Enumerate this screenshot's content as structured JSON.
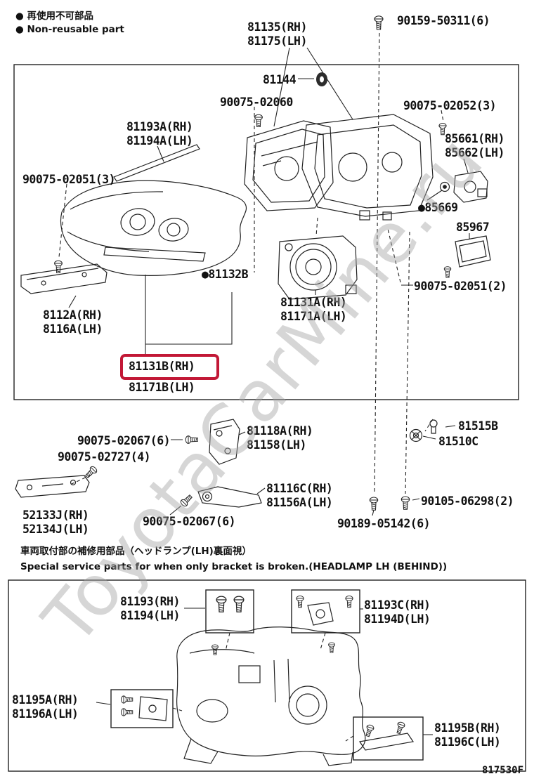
{
  "legend": {
    "jp": "● 再使用不可部品",
    "en": "● Non-reusable part"
  },
  "watermark": "ToyotaCarMine.ru",
  "diagram_code": "817530F",
  "notes": {
    "jp": "車両取付部の補修用部品（ヘッドランプ(LH)裏面視）",
    "en": "Special service parts for when only bracket is broken.(HEADLAMP LH (BEHIND))"
  },
  "colors": {
    "highlight_red": "#c21836",
    "line": "#222222"
  },
  "parts": {
    "headlamp_assy": {
      "l1": "81135(RH)",
      "l2": "81175(LH)"
    },
    "screw_90159_50311": {
      "l1": "90159-50311(6)"
    },
    "grommet_81144": {
      "l1": "81144"
    },
    "screw_90075_02060": {
      "l1": "90075-02060"
    },
    "screw_90075_02052": {
      "l1": "90075-02052(3)"
    },
    "moulding_81193A": {
      "l1": "81193A(RH)",
      "l2": "81194A(LH)"
    },
    "motor_85661": {
      "l1": "85661(RH)",
      "l2": "85662(LH)"
    },
    "screw_90075_02051_3": {
      "l1": "90075-02051(3)"
    },
    "grommet_85669": {
      "l1": "●85669"
    },
    "computer_85967": {
      "l1": "85967"
    },
    "cover_81132B": {
      "l1": "●81132B"
    },
    "unit_81131A": {
      "l1": "81131A(RH)",
      "l2": "81171A(LH)"
    },
    "screw_90075_02051_2": {
      "l1": "90075-02051(2)"
    },
    "bracket_8112A": {
      "l1": "8112A(RH)",
      "l2": "8116A(LH)"
    },
    "unit_81131B": {
      "l1": "81131B(RH)"
    },
    "unit_81171B": {
      "l1": "81171B(LH)"
    },
    "screw_90075_02067_upper": {
      "l1": "90075-02067(6)"
    },
    "bracket_81118A": {
      "l1": "81118A(RH)",
      "l2": "81158(LH)"
    },
    "screw_90075_02727": {
      "l1": "90075-02727(4)"
    },
    "clip_81515B": {
      "l1": "81515B"
    },
    "socket_81510C": {
      "l1": "81510C"
    },
    "bracket_81116C": {
      "l1": "81116C(RH)",
      "l2": "81156A(LH)"
    },
    "bracket_52133J": {
      "l1": "52133J(RH)",
      "l2": "52134J(LH)"
    },
    "screw_90075_02067_lower": {
      "l1": "90075-02067(6)"
    },
    "screw_90105_06298": {
      "l1": "90105-06298(2)"
    },
    "screw_90189_05142": {
      "l1": "90189-05142(6)"
    },
    "bracket_81193": {
      "l1": "81193(RH)",
      "l2": "81194(LH)"
    },
    "bracket_81193C": {
      "l1": "81193C(RH)",
      "l2": "81194D(LH)"
    },
    "bracket_81195A": {
      "l1": "81195A(RH)",
      "l2": "81196A(LH)"
    },
    "bracket_81195B": {
      "l1": "81195B(RH)",
      "l2": "81196C(LH)"
    }
  }
}
